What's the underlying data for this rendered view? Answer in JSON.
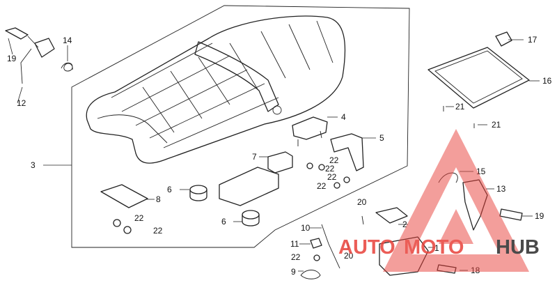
{
  "diagram": {
    "callouts": [
      {
        "id": "c1",
        "text": "1"
      },
      {
        "id": "c2",
        "text": "2"
      },
      {
        "id": "c3",
        "text": "3"
      },
      {
        "id": "c4",
        "text": "4"
      },
      {
        "id": "c5",
        "text": "5"
      },
      {
        "id": "c6a",
        "text": "6"
      },
      {
        "id": "c6b",
        "text": "6"
      },
      {
        "id": "c7",
        "text": "7"
      },
      {
        "id": "c8",
        "text": "8"
      },
      {
        "id": "c9",
        "text": "9"
      },
      {
        "id": "c10",
        "text": "10"
      },
      {
        "id": "c11",
        "text": "11"
      },
      {
        "id": "c12",
        "text": "12"
      },
      {
        "id": "c13",
        "text": "13"
      },
      {
        "id": "c14",
        "text": "14"
      },
      {
        "id": "c15",
        "text": "15"
      },
      {
        "id": "c16",
        "text": "16"
      },
      {
        "id": "c17",
        "text": "17"
      },
      {
        "id": "c18",
        "text": "18"
      },
      {
        "id": "c19a",
        "text": "19"
      },
      {
        "id": "c19b",
        "text": "19"
      },
      {
        "id": "c20a",
        "text": "20"
      },
      {
        "id": "c20b",
        "text": "20"
      },
      {
        "id": "c21a",
        "text": "21"
      },
      {
        "id": "c21b",
        "text": "21"
      },
      {
        "id": "c22a",
        "text": "22"
      },
      {
        "id": "c22b",
        "text": "22"
      },
      {
        "id": "c22c",
        "text": "22"
      },
      {
        "id": "c22d",
        "text": "22"
      },
      {
        "id": "c22e",
        "text": "22"
      },
      {
        "id": "c22f",
        "text": "22"
      },
      {
        "id": "c22g",
        "text": "22"
      }
    ]
  },
  "watermark": {
    "part1": "AUTO",
    "part2": "MOTO",
    "part3": "HUB",
    "color_red": "#e8413a",
    "color_dark": "#2b2b2b"
  }
}
